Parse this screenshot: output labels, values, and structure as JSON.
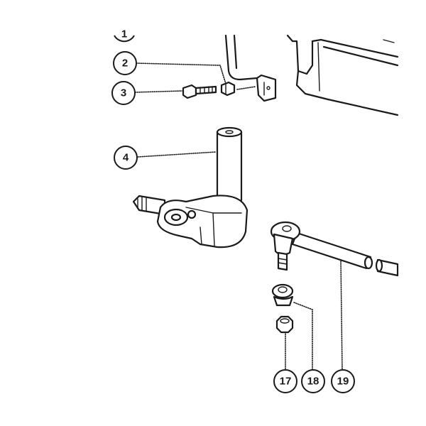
{
  "callouts": {
    "c1": "1",
    "c2": "2",
    "c3": "3",
    "c4": "4",
    "c17": "17",
    "c18": "18",
    "c19": "19"
  },
  "colors": {
    "ink": "#1a1a1a",
    "paper": "#ffffff"
  }
}
